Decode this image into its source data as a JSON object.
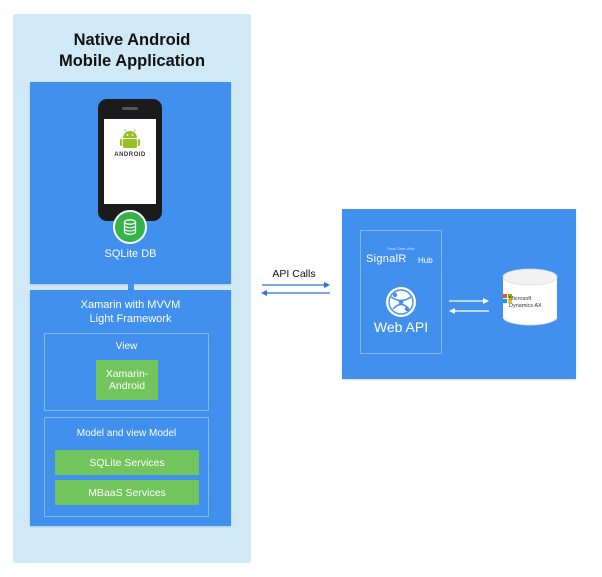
{
  "left_panel": {
    "title_line1": "Native Android",
    "title_line2": "Mobile Application",
    "phone": {
      "os_label": "ANDROID"
    },
    "db_label": "SQLite DB",
    "framework_line1": "Xamarin with MVVM",
    "framework_line2": "Light Framework",
    "view": {
      "label": "View",
      "component_line1": "Xamarin-",
      "component_line2": "Android"
    },
    "model": {
      "label": "Model and view Model",
      "services": [
        "SQLite Services",
        "MBaaS Services"
      ]
    }
  },
  "connection": {
    "label": "API Calls"
  },
  "right_panel": {
    "signalr_tagline": "Real-Time Web",
    "signalr_name": "SignalR",
    "hub_label": "Hub",
    "api_label": "Web API",
    "dynamics_line1": "Microsoft",
    "dynamics_line2": "Dynamics AX"
  },
  "colors": {
    "panel_bg": "#cfe9f7",
    "box_blue": "#4290ee",
    "green": "#72c55c",
    "db_green": "#33b34a",
    "arrow": "#2f6fd6"
  },
  "icons": [
    "android-icon",
    "database-icon",
    "globe-icon",
    "database-cylinder-icon",
    "microsoft-logo-icon"
  ]
}
